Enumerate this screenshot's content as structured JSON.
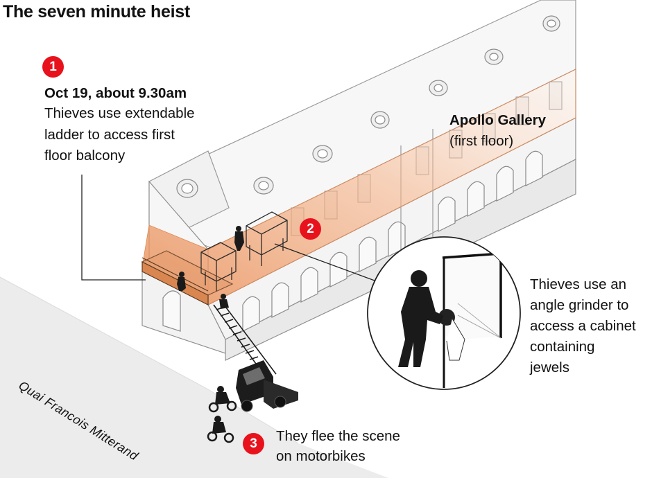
{
  "title": "The seven minute heist",
  "steps": [
    {
      "number": "1",
      "heading": "Oct 19, about 9.30am",
      "lines": [
        "Thieves use extendable",
        "ladder to access first",
        "floor balcony"
      ]
    },
    {
      "number": "2"
    },
    {
      "number": "3",
      "lines": [
        "They flee the scene",
        "on motorbikes"
      ]
    }
  ],
  "gallery": {
    "name": "Apollo Gallery",
    "floor": "(first floor)"
  },
  "callout": {
    "lines": [
      "Thieves use an",
      "angle grinder to",
      "access a cabinet",
      "containing",
      "jewels"
    ]
  },
  "street": "Quai Francois Mitterand",
  "colors": {
    "marker": "#e8121d",
    "highlight": "#f0a877"
  }
}
